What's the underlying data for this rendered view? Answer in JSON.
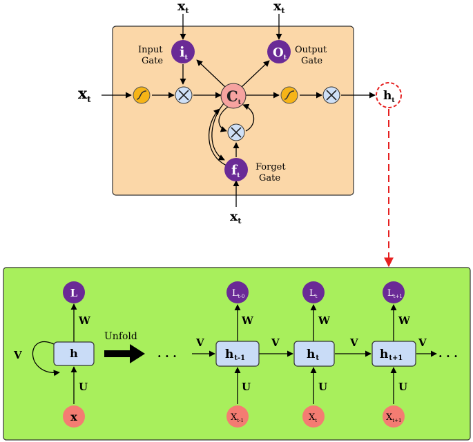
{
  "lstm": {
    "input_top_i": {
      "main": "x",
      "sub": "t"
    },
    "input_top_o": {
      "main": "x",
      "sub": "t"
    },
    "input_left": {
      "main": "x",
      "sub": "t"
    },
    "input_bottom": {
      "main": "x",
      "sub": "t"
    },
    "input_gate": {
      "main": "i",
      "sub": "t",
      "label_line1": "Input",
      "label_line2": "Gate"
    },
    "output_gate": {
      "main": "O",
      "sub": "t",
      "label_line1": "Output",
      "label_line2": "Gate"
    },
    "forget_gate": {
      "main": "f",
      "sub": "t",
      "label_line1": "Forget",
      "label_line2": "Gate"
    },
    "cell": {
      "main": "C",
      "sub": "t"
    },
    "hidden_out": {
      "main": "h",
      "sub": "t"
    }
  },
  "rnn": {
    "folded": {
      "loss": "L",
      "hidden": "h",
      "input": "x",
      "w": "W",
      "u": "U",
      "v": "V"
    },
    "unfold_label": "Unfold",
    "ellipsis": "· · ·",
    "steps": [
      {
        "loss_main": "L",
        "loss_sub": "t-0",
        "hidden_main": "h",
        "hidden_sub": "t-1",
        "input_main": "X",
        "input_sub": "t-1",
        "w": "W",
        "u": "U",
        "v": "V"
      },
      {
        "loss_main": "L",
        "loss_sub": "t",
        "hidden_main": "h",
        "hidden_sub": "t",
        "input_main": "X",
        "input_sub": "t",
        "w": "W",
        "u": "U",
        "v": "V"
      },
      {
        "loss_main": "L",
        "loss_sub": "t+1",
        "hidden_main": "h",
        "hidden_sub": "t+1",
        "input_main": "X",
        "input_sub": "t+1",
        "w": "W",
        "u": "U",
        "v": "V"
      }
    ],
    "trailing_v": "V"
  },
  "colors": {
    "lstm_bg": "#fbd7a8",
    "rnn_bg": "#a8ef5c",
    "gate_purple": "#6a2a96",
    "cell_pink": "#f6a3a0",
    "multiply_blue": "#cfe0f6",
    "sigmoid_orange": "#f6b417",
    "hidden_box": "#c9dcf7",
    "input_red": "#f47c72",
    "dash_red": "#e62020"
  }
}
